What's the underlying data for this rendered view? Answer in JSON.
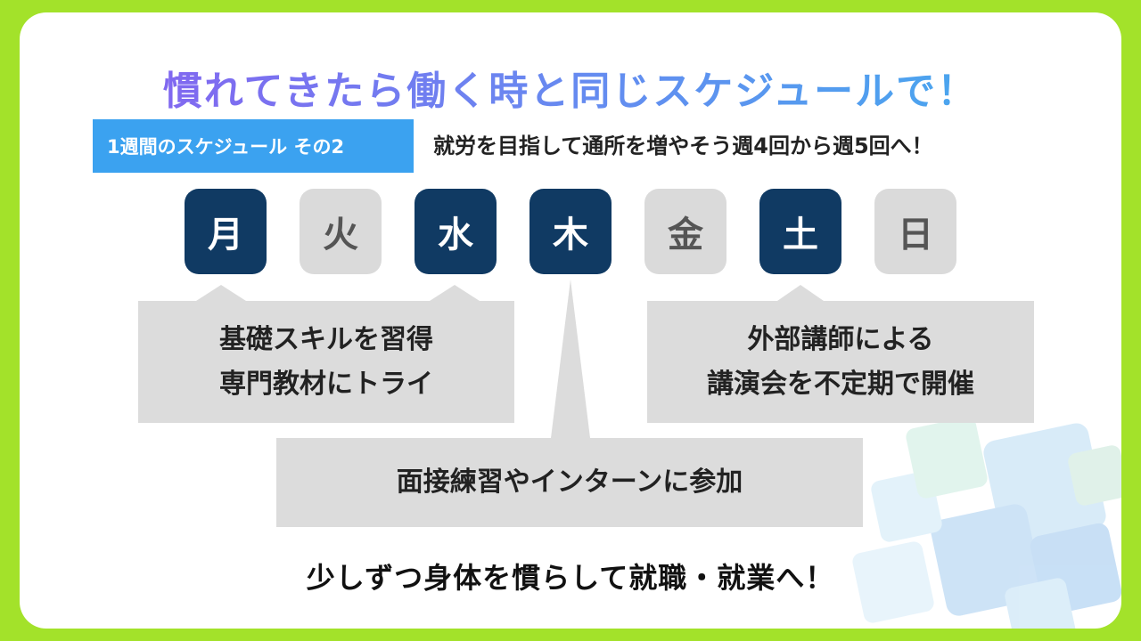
{
  "title": "慣れてきたら働く時と同じスケジュールで！",
  "tag": "1週間のスケジュール その2",
  "subtitle": "就労を目指して通所を増やそう週4回から週5回へ！",
  "days": [
    {
      "label": "月",
      "active": true
    },
    {
      "label": "火",
      "active": false
    },
    {
      "label": "水",
      "active": true
    },
    {
      "label": "木",
      "active": true
    },
    {
      "label": "金",
      "active": false
    },
    {
      "label": "土",
      "active": true
    },
    {
      "label": "日",
      "active": false
    }
  ],
  "bubbles": {
    "left": {
      "line1": "基礎スキルを習得",
      "line2": "専門教材にトライ"
    },
    "right": {
      "line1": "外部講師による",
      "line2": "講演会を不定期で開催"
    },
    "center": {
      "line1": "面接練習やインターンに参加"
    }
  },
  "footer": "少しずつ身体を慣らして就職・就業へ！",
  "colors": {
    "background": "#a3e22a",
    "active_day": "#103a63",
    "inactive_day": "#dadada",
    "tag": "#3ba2f0",
    "bubble": "#dcdcdc"
  }
}
